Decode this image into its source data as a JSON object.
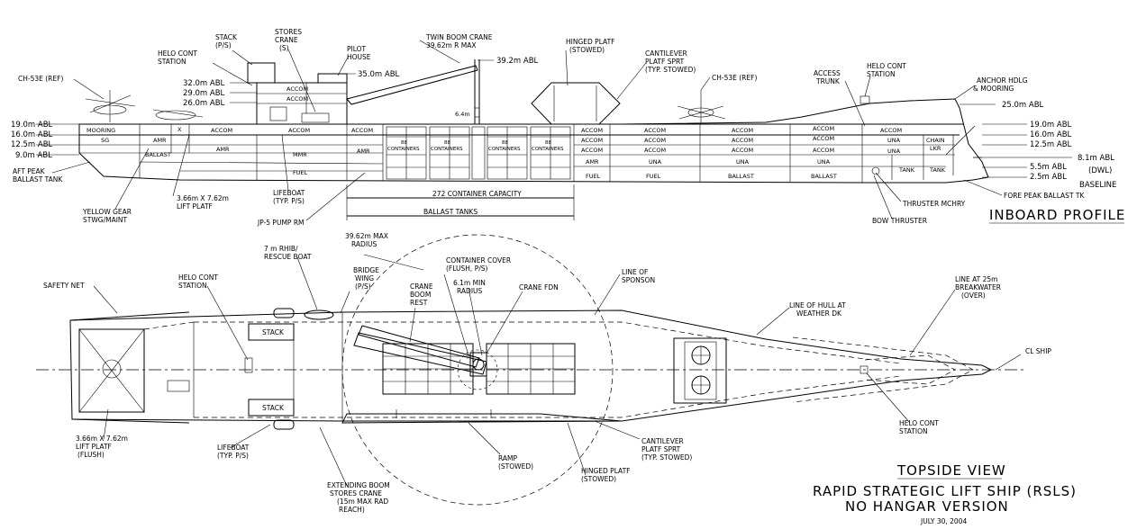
{
  "inboard": {
    "title": "INBOARD PROFILE",
    "abl_left": [
      "19.0m ABL",
      "16.0m ABL",
      "12.5m ABL",
      "9.0m ABL"
    ],
    "abl_right": [
      "25.0m ABL",
      "19.0m ABL",
      "16.0m ABL",
      "12.5m ABL",
      "8.1m ABL",
      "(DWL)",
      "5.5m ABL",
      "2.5m ABL",
      "BASELINE"
    ],
    "abl_super": [
      "32.0m ABL",
      "29.0m ABL",
      "26.0m ABL"
    ],
    "abl_pilot": "35.0m ABL",
    "abl_crane": "39.2m ABL",
    "crane_height": "6.4m",
    "compartments": {
      "mooring": "MOORING",
      "sg": "SG",
      "amr": "AMR",
      "ballast": "BALLAST",
      "x": "X",
      "accom": "ACCOM",
      "mmr": "MMR",
      "fuel": "FUEL",
      "una": "UNA",
      "chain_lkr": [
        "CHAIN",
        "LKR"
      ],
      "tank": "TANK",
      "containers": [
        "88",
        "CONTAINERS"
      ]
    },
    "labels": {
      "ch53e_aft": "CH-53E (REF)",
      "ch53e_fwd": "CH-53E (REF)",
      "stack": [
        "STACK",
        "(P/S)"
      ],
      "stores_crane": [
        "STORES",
        "CRANE",
        "(S)"
      ],
      "pilot_house": [
        "PILOT",
        "HOUSE"
      ],
      "helo_cont_aft": [
        "HELO CONT",
        "STATION"
      ],
      "twin_boom": [
        "TWIN BOOM CRANE",
        "39.62m R MAX"
      ],
      "hinged_platf": [
        "HINGED PLATF",
        "(STOWED)"
      ],
      "cantilever": [
        "CANTILEVER",
        "PLATF SPRT",
        "(TYP. STOWED)"
      ],
      "access_trunk": [
        "ACCESS",
        "TRUNK"
      ],
      "helo_cont_fwd": [
        "HELO CONT",
        "STATION"
      ],
      "anchor": [
        "ANCHOR HDLG",
        "& MOORING"
      ],
      "aft_peak": [
        "AFT PEAK",
        "BALLAST TANK"
      ],
      "yellow_gear": [
        "YELLOW GEAR",
        "STWG/MAINT"
      ],
      "lift_platf": [
        "3.66m X 7.62m",
        "LIFT PLATF"
      ],
      "lifeboat": [
        "LIFEBOAT",
        "(TYP. P/S)"
      ],
      "jp5": "JP-5 PUMP RM",
      "capacity": "272 CONTAINER CAPACITY",
      "ballast_tanks": "BALLAST TANKS",
      "thruster_mchry": "THRUSTER MCHRY",
      "bow_thruster": "BOW THRUSTER",
      "fore_peak": "FORE PEAK BALLAST TK"
    }
  },
  "topside": {
    "title": "TOPSIDE VIEW",
    "labels": {
      "safety_net": "SAFETY NET",
      "helo_cont": [
        "HELO CONT",
        "STATION"
      ],
      "rhib": [
        "7 m RHIB/",
        "RESCUE BOAT"
      ],
      "radius_max": [
        "39.62m MAX",
        "RADIUS"
      ],
      "bridge_wing": [
        "BRIDGE",
        "WING",
        "(P/S)"
      ],
      "crane_boom_rest": [
        "CRANE",
        "BOOM",
        "REST"
      ],
      "container_cover": [
        "CONTAINER COVER",
        "(FLUSH, P/S)"
      ],
      "min_radius": [
        "6.1m MIN",
        "RADIUS"
      ],
      "crane_fdn": "CRANE FDN",
      "line_sponson": [
        "LINE OF",
        "SPONSON"
      ],
      "line_hull": [
        "LINE OF HULL AT",
        "WEATHER DK"
      ],
      "line_25m": [
        "LINE AT 25m",
        "BREAKWATER",
        "(OVER)"
      ],
      "cl_ship": "CL SHIP",
      "stack": "STACK",
      "lift_platf": [
        "3.66m X 7.62m",
        "LIFT PLATF",
        "(FLUSH)"
      ],
      "lifeboat": [
        "LIFEBOAT",
        "(TYP. P/S)"
      ],
      "extending_boom": [
        "EXTENDING BOOM",
        "STORES CRANE",
        "(15m MAX RAD",
        "REACH)"
      ],
      "ramp": [
        "RAMP",
        "(STOWED)"
      ],
      "hinged_platf": [
        "HINGED PLATF",
        "(STOWED)"
      ],
      "cantilever": [
        "CANTILEVER",
        "PLATF SPRT",
        "(TYP. STOWED)"
      ],
      "helo_cont_fwd": [
        "HELO CONT",
        "STATION"
      ]
    }
  },
  "title_block": {
    "line1": "RAPID STRATEGIC LIFT SHIP (RSLS)",
    "line2": "NO HANGAR VERSION",
    "date": "JULY 30, 2004"
  }
}
